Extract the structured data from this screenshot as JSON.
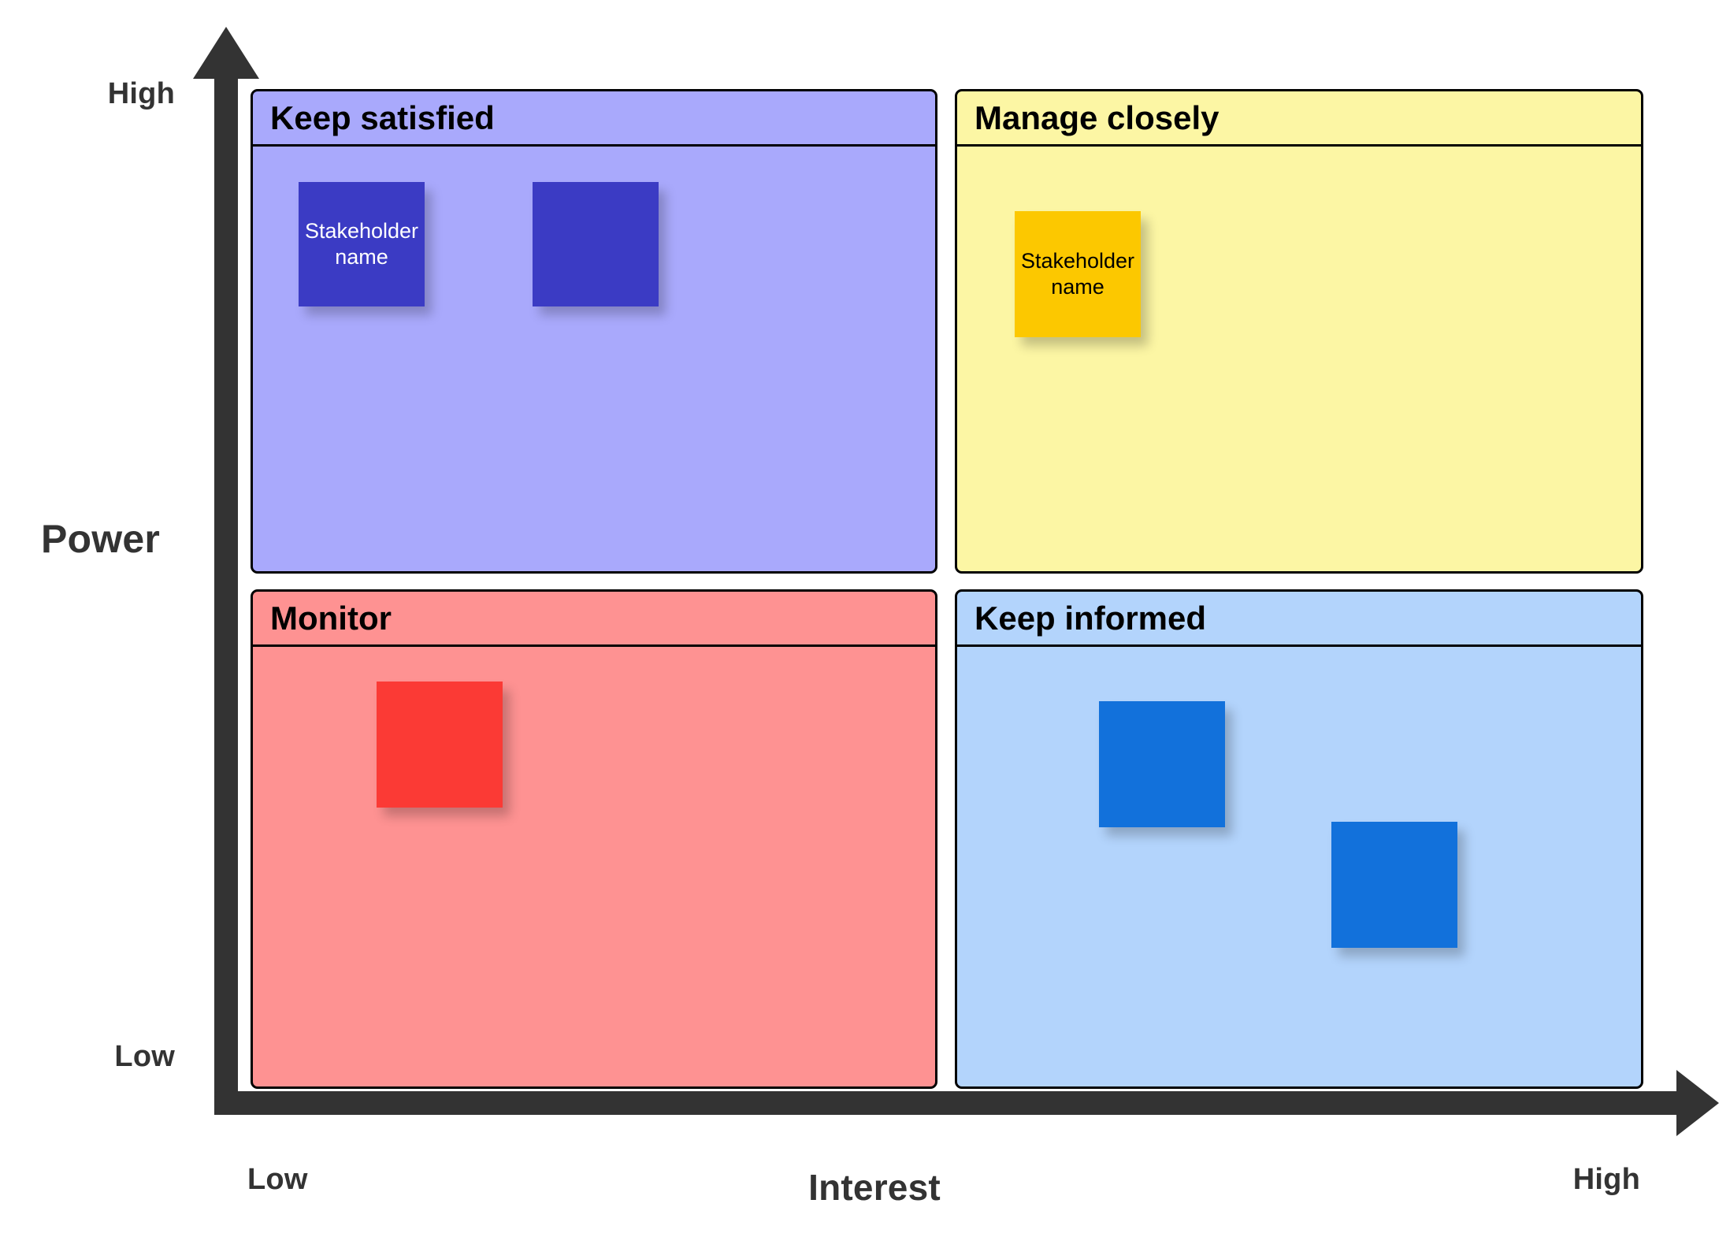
{
  "axes": {
    "y": {
      "name": "Power",
      "high_label": "High",
      "low_label": "Low"
    },
    "x": {
      "name": "Interest",
      "high_label": "High",
      "low_label": "Low"
    },
    "arrow_color": "#333333"
  },
  "quadrants": [
    {
      "id": "keep-satisfied",
      "title": "Keep satisfied",
      "position": "top-left",
      "power": "High",
      "interest": "Low",
      "fill": "#A9A9FC",
      "note_color": "#3B3BC4",
      "notes": [
        {
          "text": "Stakeholder\nname",
          "line1": "Stakeholder",
          "line2": "name"
        },
        {
          "text": "",
          "line1": "",
          "line2": ""
        }
      ]
    },
    {
      "id": "manage-closely",
      "title": "Manage closely",
      "position": "top-right",
      "power": "High",
      "interest": "High",
      "fill": "#FCF6A4",
      "note_color": "#FCC800",
      "notes": [
        {
          "text": "Stakeholder\nname",
          "line1": "Stakeholder",
          "line2": "name"
        }
      ]
    },
    {
      "id": "monitor",
      "title": "Monitor",
      "position": "bottom-left",
      "power": "Low",
      "interest": "Low",
      "fill": "#FE9292",
      "note_color": "#FB3A35",
      "notes": [
        {
          "text": "",
          "line1": "",
          "line2": ""
        }
      ]
    },
    {
      "id": "keep-informed",
      "title": "Keep informed",
      "position": "bottom-right",
      "power": "Low",
      "interest": "High",
      "fill": "#B3D4FC",
      "note_color": "#1271DB",
      "notes": [
        {
          "text": "",
          "line1": "",
          "line2": ""
        },
        {
          "text": "",
          "line1": "",
          "line2": ""
        }
      ]
    }
  ]
}
